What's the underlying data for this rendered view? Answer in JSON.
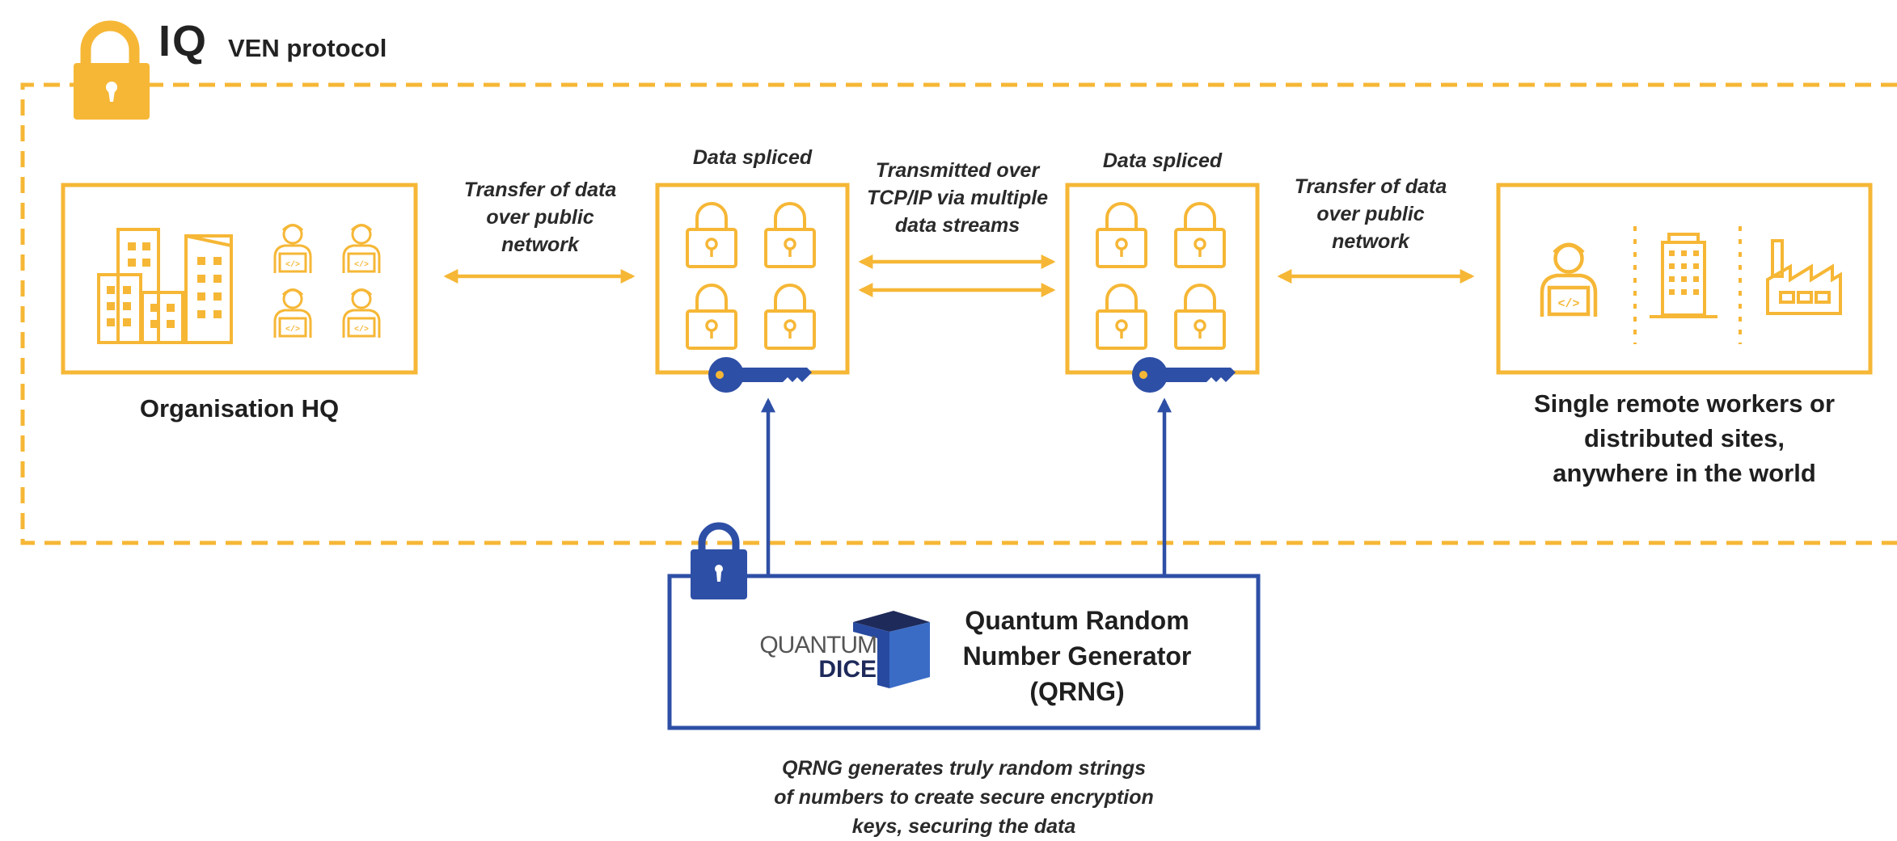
{
  "header": {
    "brand_mark": "IQ",
    "brand_label": "VEN protocol"
  },
  "nodes": {
    "hq": {
      "label": "Organisation HQ"
    },
    "splice_left": {
      "caption": "Data spliced"
    },
    "splice_right": {
      "caption": "Data spliced"
    },
    "remote": {
      "label_lines": [
        "Single remote workers or",
        "distributed sites,",
        "anywhere in the world"
      ]
    }
  },
  "links": {
    "left_transfer": [
      "Transfer of data",
      "over public",
      "network"
    ],
    "middle_transfer": [
      "Transmitted over",
      "TCP/IP via multiple",
      "data streams"
    ],
    "right_transfer": [
      "Transfer of data",
      "over public",
      "network"
    ]
  },
  "qrng": {
    "logo_word_1": "QUANTUM",
    "logo_word_2": "DICE",
    "title_lines": [
      "Quantum Random",
      "Number Generator",
      "(QRNG)"
    ],
    "description_lines": [
      "QRNG generates truly random strings",
      "of numbers to create secure encryption",
      "keys, securing the data"
    ]
  },
  "colors": {
    "accent_orange": "#f6b736",
    "accent_blue": "#2e4fa6",
    "text": "#1f1f1f"
  },
  "icons": [
    "padlock-icon",
    "office-buildings-icon",
    "worker-icon",
    "key-icon",
    "tower-building-icon",
    "factory-icon",
    "quantum-dice-logo"
  ]
}
